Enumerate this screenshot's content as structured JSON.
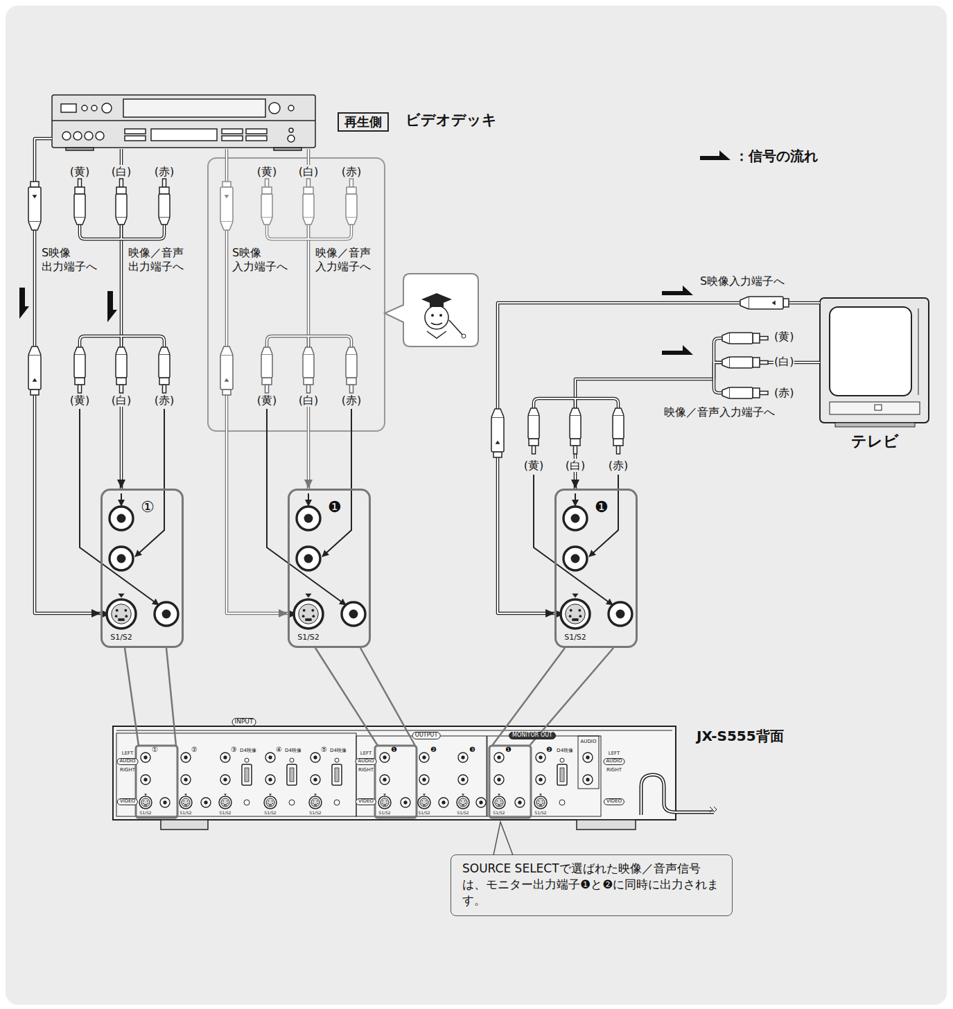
{
  "diagram": {
    "nodes": [
      {
        "text": [
          "再生側",
          "ビデオデッキ"
        ]
      },
      {
        "text": [
          "①",
          "S1/S2"
        ]
      },
      {
        "text": [
          "❶",
          "S1/S2"
        ]
      },
      {
        "text": [
          "❶",
          "S1/S2"
        ]
      },
      {
        "text": [
          "テレビ"
        ]
      },
      {
        "text": [
          "JX-S555背面"
        ]
      },
      {
        "text": [
          "SOURCE SELECTで選ばれた映像／音声信号は、モニター出力端子❶と❷に同時に出力されます。"
        ]
      }
    ],
    "edges": [
      {
        "from": 0,
        "to": 1,
        "arrow": "to",
        "label": "S映像 出力端子へ"
      },
      {
        "from": 0,
        "to": 1,
        "arrow": "to",
        "label": "映像／音声 出力端子へ"
      },
      {
        "from": 0,
        "to": 2,
        "arrow": "to",
        "label": "S映像 入力端子へ"
      },
      {
        "from": 0,
        "to": 2,
        "arrow": "to",
        "label": "映像／音声 入力端子へ"
      },
      {
        "from": 4,
        "to": 3,
        "arrow": "to",
        "label": "S映像入力端子へ"
      },
      {
        "from": 4,
        "to": 3,
        "arrow": "to",
        "label": "映像／音声入力端子へ"
      }
    ],
    "labels": [
      "(黄)",
      "(白)",
      "(赤)",
      "(黄)",
      "(白)",
      "(赤)",
      "(黄)",
      "(白)",
      "(赤)",
      "(黄)",
      "(白)",
      "(赤)",
      "(黄)",
      "(白)",
      "(赤)",
      "(黄)",
      "(白)",
      "(赤)",
      "INPUT",
      "①",
      "②",
      "③",
      "D4映像",
      "④",
      "D4映像",
      "⑤",
      "D4映像",
      "LEFT",
      "AUDIO",
      "RIGHT",
      "VIDEO",
      "S1/S2",
      "S1/S2",
      "S1/S2",
      "S1/S2",
      "S1/S2",
      "OUTPUT",
      "❶",
      "❷",
      "❸",
      "LEFT",
      "AUDIO",
      "RIGHT",
      "VIDEO",
      "S1/S2",
      "S1/S2",
      "S1/S2",
      "MONITOR OUT",
      "❶",
      "❷",
      "D4映像",
      "AUDIO",
      "S1/S2",
      "S1/S2",
      "LEFT",
      "AUDIO",
      "RIGHT",
      "VIDEO"
    ],
    "legend": [
      {
        "text": "：信号の流れ"
      }
    ]
  }
}
